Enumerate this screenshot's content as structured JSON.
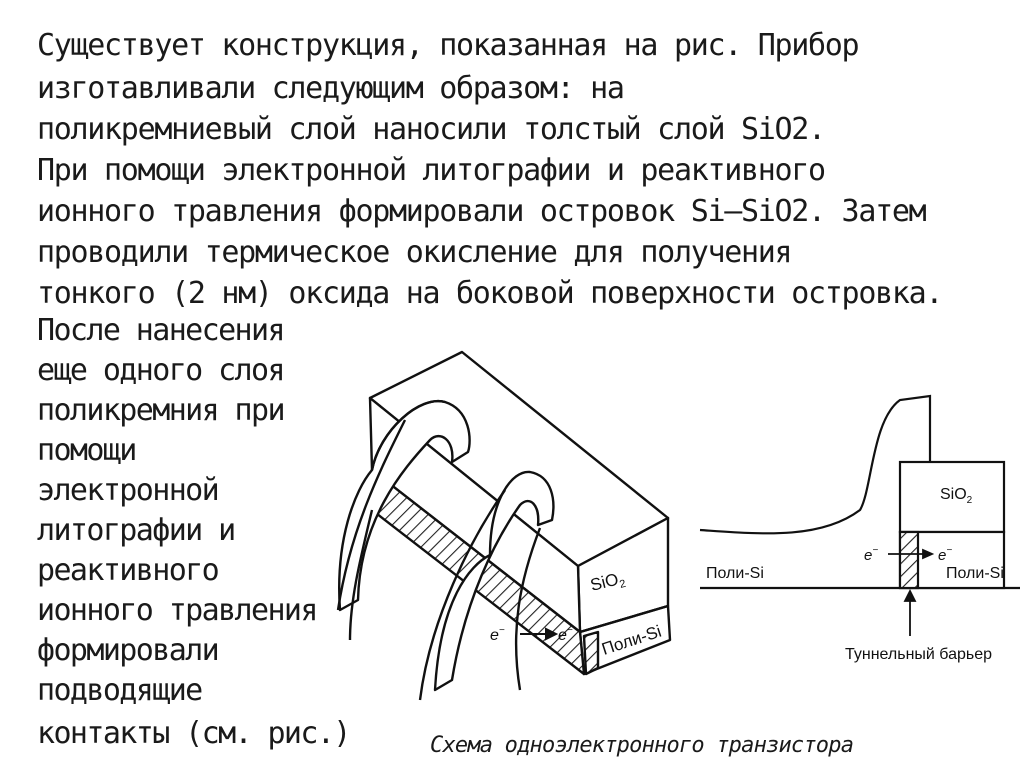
{
  "paragraph": {
    "lines": [
      "Существует конструкция, показанная на рис. Прибор",
      "изготавливали следующим образом: на",
      "поликремниевый слой наносили толстый слой SiO2.",
      "При помощи электронной литографии и реактивного",
      "ионного травления формировали островок Si–SiO2. Затем",
      "проводили термическое окисление для получения",
      "тонкого (2 нм) оксида на боковой поверхности островка."
    ]
  },
  "side_text": {
    "lines": [
      "После нанесения",
      "еще одного слоя",
      "поликремния при",
      "помощи",
      "электронной",
      "литографии и",
      "реактивного",
      "ионного травления",
      "формировали",
      "подводящие",
      "контакты (см. рис.)"
    ]
  },
  "figure_left": {
    "sio2_label": "SiO",
    "sio2_sub": "2",
    "poly_label": "Поли-Si",
    "electron_label": "e",
    "electron_sup": "−"
  },
  "figure_right": {
    "sio2_label": "SiO",
    "sio2_sub": "2",
    "poly_left_label": "Поли-Si",
    "poly_right_label": "Поли-Si",
    "electron_label": "e",
    "electron_sup": "−",
    "barrier_label": "Туннельный барьер"
  },
  "caption": "Схема одноэлектронного транзистора"
}
